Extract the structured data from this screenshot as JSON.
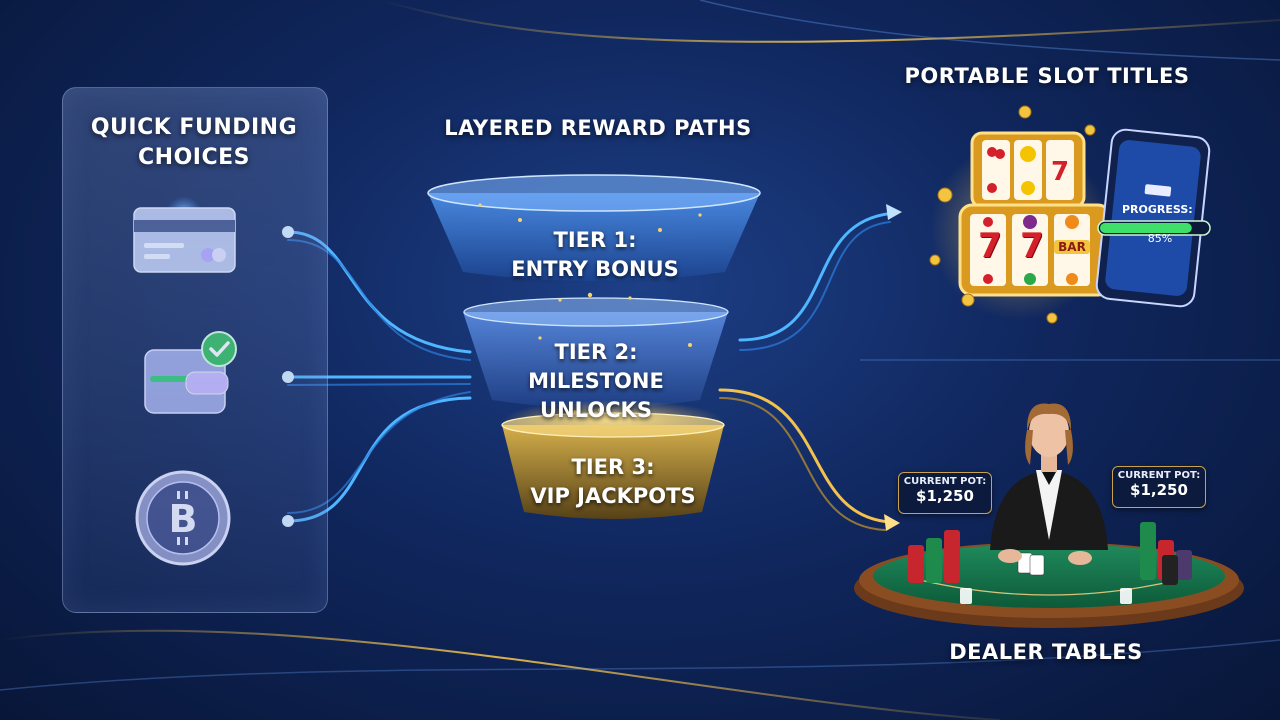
{
  "funding": {
    "title_line1": "QUICK FUNDING",
    "title_line2": "CHOICES",
    "methods": [
      {
        "icon": "credit-card-icon"
      },
      {
        "icon": "wallet-check-icon"
      },
      {
        "icon": "bitcoin-coin-icon"
      }
    ]
  },
  "rewards": {
    "title": "LAYERED REWARD PATHS",
    "tiers": [
      {
        "line1": "TIER 1:",
        "line2": "ENTRY BONUS"
      },
      {
        "line1": "TIER 2:",
        "line2": "MILESTONE UNLOCKS"
      },
      {
        "line1": "TIER 3:",
        "line2": "VIP JACKPOTS"
      }
    ]
  },
  "slots": {
    "title": "PORTABLE SLOT TITLES",
    "reel_symbols": [
      "7",
      "7",
      "BAR"
    ],
    "phone": {
      "progress_label": "PROGRESS:",
      "progress_value": "85%",
      "progress_fraction": 0.85
    }
  },
  "dealer": {
    "title": "DEALER TABLES",
    "pots": [
      {
        "label": "CURRENT POT:",
        "value": "$1,250"
      },
      {
        "label": "CURRENT POT:",
        "value": "$1,250"
      }
    ]
  },
  "colors": {
    "background": "#10275e",
    "blue_flow": "#4fb6ff",
    "gold_flow": "#f2c14e",
    "tier1": "#2f6fd1",
    "tier2": "#3a62b0",
    "tier3": "#b8902f"
  }
}
